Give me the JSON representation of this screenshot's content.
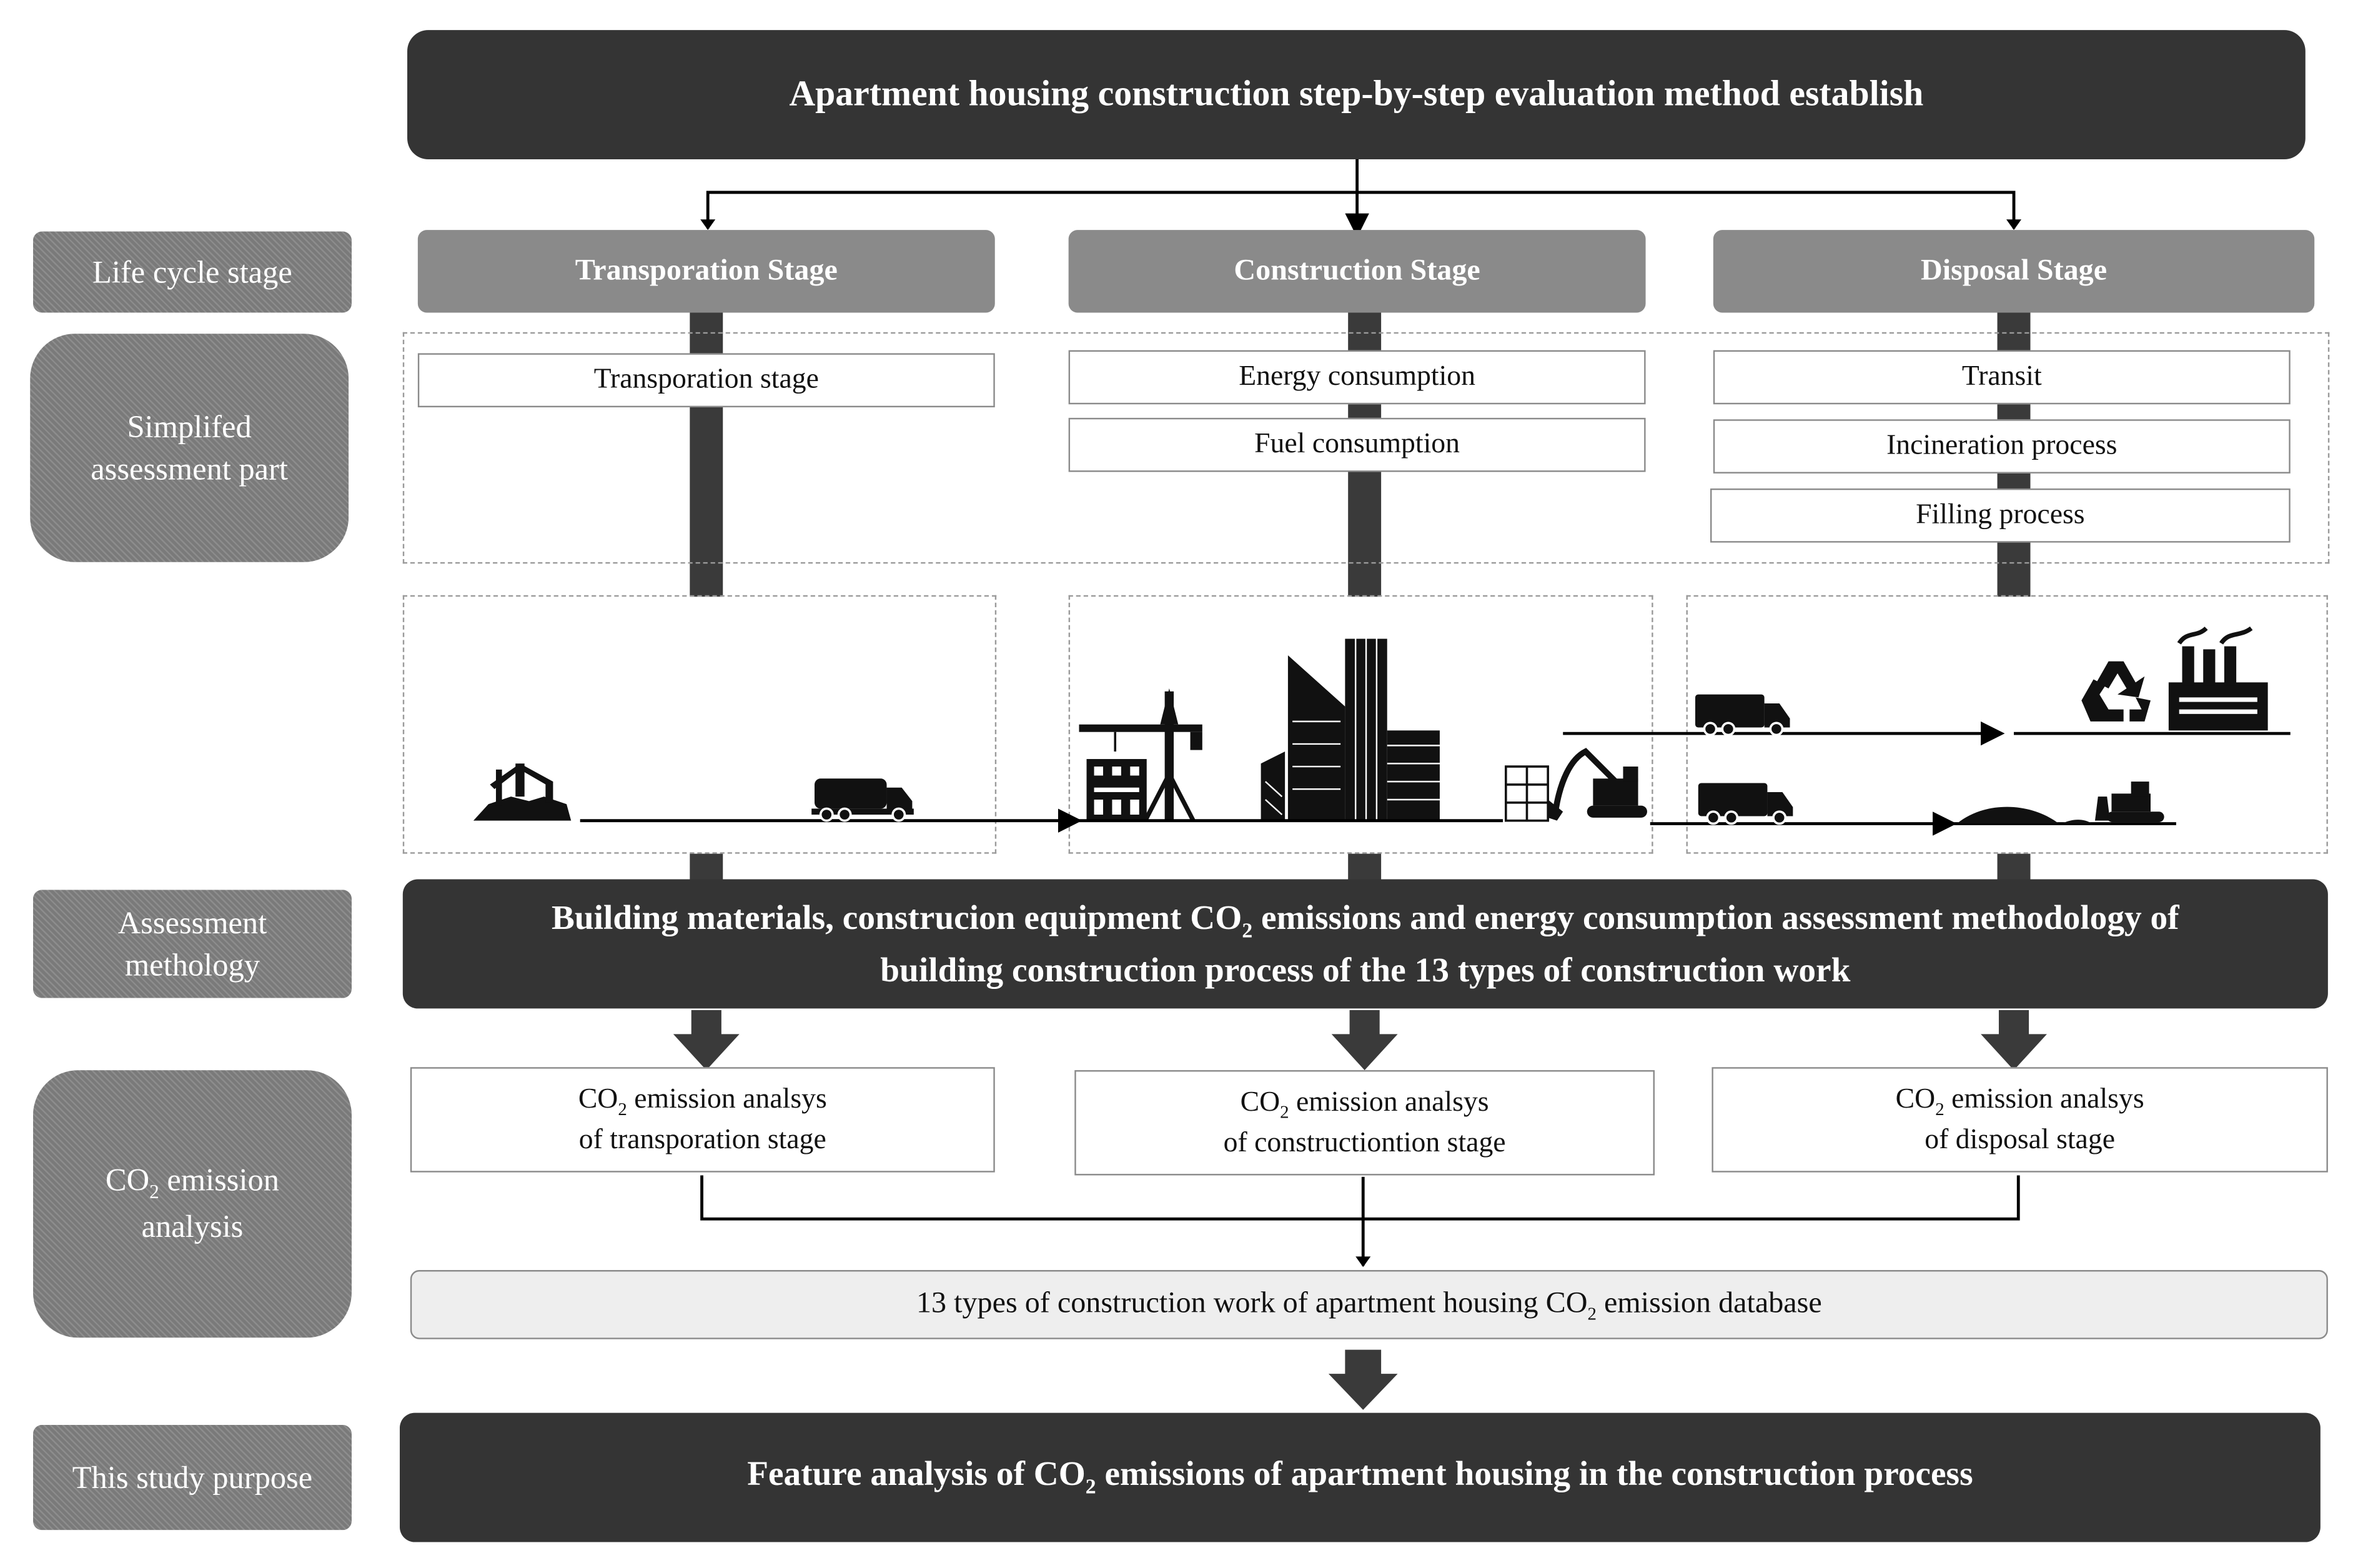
{
  "title": "Apartment housing construction step-by-step evaluation method establish",
  "side_labels": {
    "life_cycle": "Life cycle stage",
    "simplified_1": "Simplifed",
    "simplified_2": "assessment part",
    "assessment_1": "Assessment",
    "assessment_2": "methology",
    "co2_pre": "CO",
    "co2_sub": "2",
    "co2_post": " emission",
    "co2_line2": "analysis",
    "purpose": "This study purpose"
  },
  "stages": {
    "transport": "Transporation Stage",
    "construction": "Construction Stage",
    "disposal": "Disposal Stage"
  },
  "simplified_parts": {
    "transport": [
      "Transporation stage"
    ],
    "construction": [
      "Energy consumption",
      "Fuel consumption"
    ],
    "disposal": [
      "Transit",
      "Incineration process",
      "Filling process"
    ]
  },
  "methodology": {
    "line1_pre": "Building materials, construcion equipment CO",
    "sub": "2",
    "line1_post": " emissions and energy consumption assessment methodology of",
    "line2": "building construction process of the 13 types of construction work"
  },
  "analysis": {
    "pre": "CO",
    "sub": "2",
    "post": " emission analsys",
    "transport_line2": "of transporation stage",
    "construction_line2": "of constructiontion stage",
    "disposal_line2": "of disposal stage"
  },
  "database": {
    "pre": "13  types of construction work of apartment housing CO",
    "sub": "2",
    "post": " emission database"
  },
  "purpose": {
    "pre": "Feature analysis of CO",
    "sub": "2",
    "post": " emissions of apartment housing in the construction process"
  },
  "colors": {
    "dark": "#343434",
    "stage_header": "#8a8a8a",
    "side_label": "#7a7a7a",
    "database_fill": "#eeeeee"
  },
  "icons": [
    "oil-pump-icon",
    "tanker-truck-icon",
    "tower-crane-icon",
    "skyscraper-icon",
    "excavator-icon",
    "garbage-truck-icon",
    "recycle-icon",
    "factory-icon",
    "bulldozer-icon"
  ]
}
